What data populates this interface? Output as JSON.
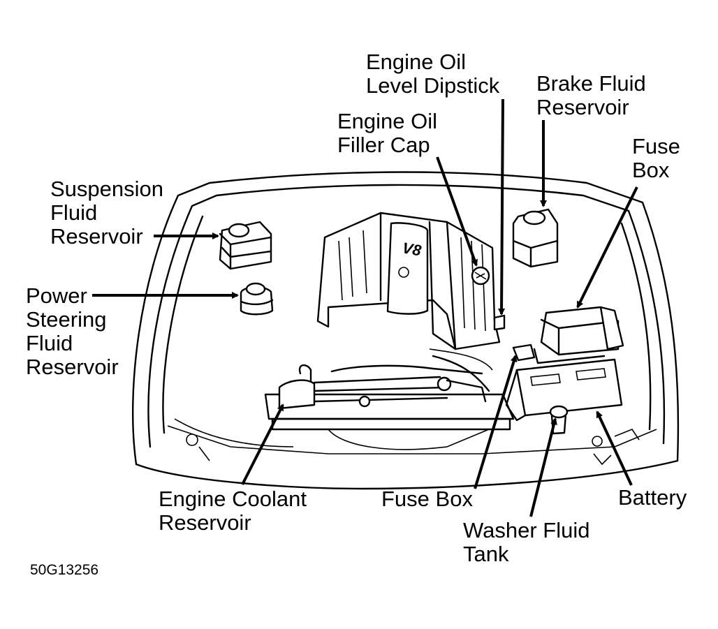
{
  "figure_code": "50G13256",
  "labels": {
    "dipstick": [
      "Engine Oil",
      "Level Dipstick"
    ],
    "brake": [
      "Brake Fluid",
      "Reservoir"
    ],
    "filler": [
      "Engine Oil",
      "Filler Cap"
    ],
    "fusebox_top": [
      "Fuse",
      "Box"
    ],
    "suspension": [
      "Suspension",
      "Fluid",
      "Reservoir"
    ],
    "power_steering": [
      "Power",
      "Steering",
      "Fluid",
      "Reservoir"
    ],
    "coolant": [
      "Engine Coolant",
      "Reservoir"
    ],
    "fusebox_bottom": [
      "Fuse Box"
    ],
    "battery": [
      "Battery"
    ],
    "washer": [
      "Washer Fluid",
      "Tank"
    ]
  },
  "engine_cover_text": "V8"
}
